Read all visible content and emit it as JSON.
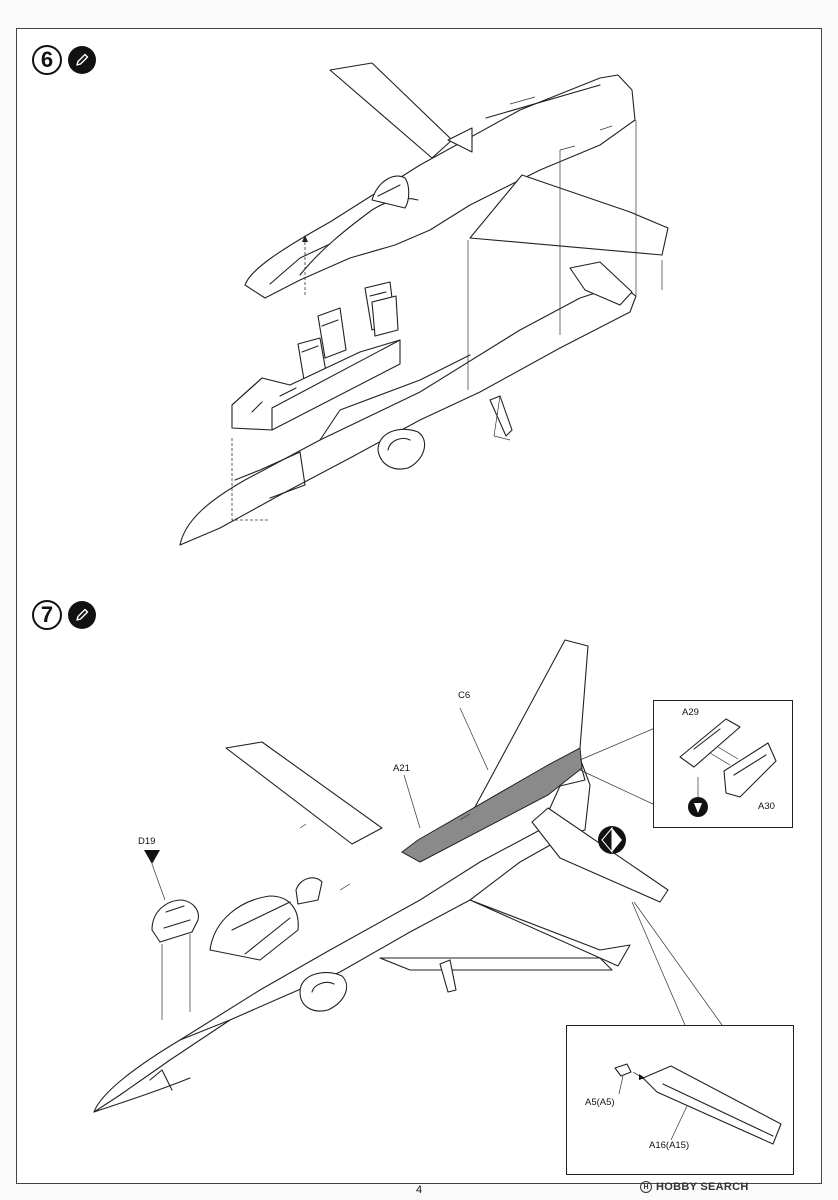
{
  "steps": [
    {
      "number": "6",
      "icon": "pencil-icon"
    },
    {
      "number": "7",
      "icon": "pencil-icon"
    }
  ],
  "step7_labels": {
    "c6": "C6",
    "a21": "A21",
    "d19": "D19",
    "d19_marker": "1"
  },
  "detail_top": {
    "a29": "A29",
    "a30": "A30"
  },
  "detail_bottom": {
    "a5": "A5(A5)",
    "a16": "A16(A15)"
  },
  "footer": {
    "page_number": "4"
  },
  "watermark": {
    "logo": "H",
    "text": "HOBBY SEARCH"
  },
  "colors": {
    "line": "#222222",
    "paint_gray": "#8a8a8a"
  }
}
